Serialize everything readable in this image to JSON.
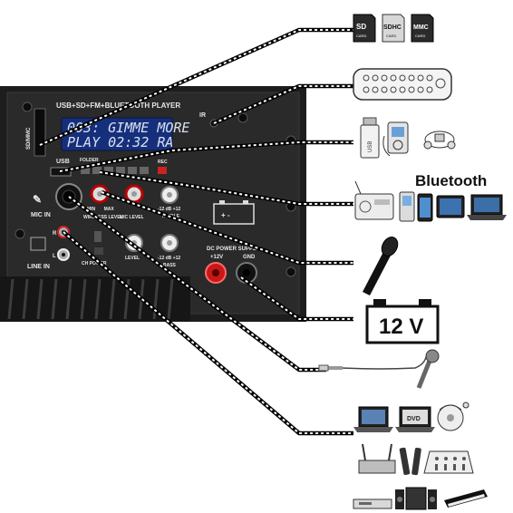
{
  "panel": {
    "title": "USB+SD+FM+BLUETOOTH PLAYER",
    "sd_slot": "SD/MMC",
    "ir": "IR",
    "lcd": {
      "line1": "003: GIMME MORE",
      "line2": "PLAY 02:32 RA"
    },
    "usb": "USB",
    "folder": "FOLDER",
    "mic_in": "MIC IN",
    "line_in": "LINE IN",
    "line_r": "R",
    "line_l": "L",
    "min": "MIN",
    "max": "MAX",
    "wireless_level": "WIRELESS LEVEL",
    "mic_level": "MIC LEVEL",
    "treble": "TREBLE",
    "bass": "BASS",
    "db_range": "-12 dB +12",
    "level": "LEVEL",
    "ch_power": "CH POWER",
    "rec": "REC",
    "dc_power": "DC POWER SUPPLY",
    "plus12v": "+12V",
    "gnd": "GND",
    "battery_sign": "+   -"
  },
  "devices": {
    "cards": [
      "SD",
      "SDHC",
      "MMC"
    ],
    "card_sub": "CARD",
    "usb_stick": "USB",
    "bluetooth_label": "Bluetooth",
    "battery_label": "12 V",
    "dvd": "DVD"
  }
}
